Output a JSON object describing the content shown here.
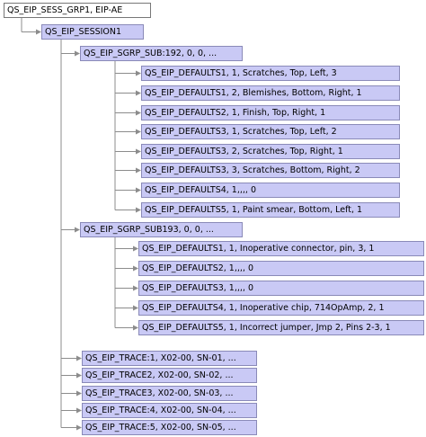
{
  "root": {
    "label": "QS_EIP_SESS_GRP1, EIP-AE"
  },
  "session": {
    "label": "QS_EIP_SESSION1"
  },
  "subgroup1": {
    "label": "QS_EIP_SGRP_SUB:192, 0, 0, ...",
    "defaults": [
      "QS_EIP_DEFAULTS1, 1, Scratches, Top, Left, 3",
      "QS_EIP_DEFAULTS1, 2, Blemishes, Bottom, Right, 1",
      "QS_EIP_DEFAULTS2, 1, Finish, Top, Right, 1",
      "QS_EIP_DEFAULTS3, 1, Scratches, Top, Left, 2",
      "QS_EIP_DEFAULTS3, 2, Scratches, Top, Right, 1",
      "QS_EIP_DEFAULTS3, 3, Scratches, Bottom, Right, 2",
      "QS_EIP_DEFAULTS4, 1,,,, 0",
      "QS_EIP_DEFAULTS5, 1, Paint smear, Bottom, Left, 1"
    ]
  },
  "subgroup2": {
    "label": "QS_EIP_SGRP_SUB193, 0, 0, ...",
    "defaults": [
      "QS_EIP_DEFAULTS1, 1, Inoperative connector, pin, 3, 1",
      "QS_EIP_DEFAULTS2, 1,,,, 0",
      "QS_EIP_DEFAULTS3, 1,,,, 0",
      "QS_EIP_DEFAULTS4, 1, Inoperative chip, 714OpAmp, 2, 1",
      "QS_EIP_DEFAULTS5, 1, Incorrect jumper, Jmp 2, Pins 2-3, 1"
    ]
  },
  "traces": [
    "QS_EIP_TRACE:1, X02-00, SN-01, ...",
    "QS_EIP_TRACE2, X02-00, SN-02, ...",
    "QS_EIP_TRACE3, X02-00, SN-03, ...",
    "QS_EIP_TRACE:4, X02-00, SN-04, ...",
    "QS_EIP_TRACE:5, X02-00, SN-05, ..."
  ],
  "colors": {
    "node_fill": "#c9c9f5",
    "node_border": "#8a8ab8",
    "connector": "#8c8c8c"
  }
}
